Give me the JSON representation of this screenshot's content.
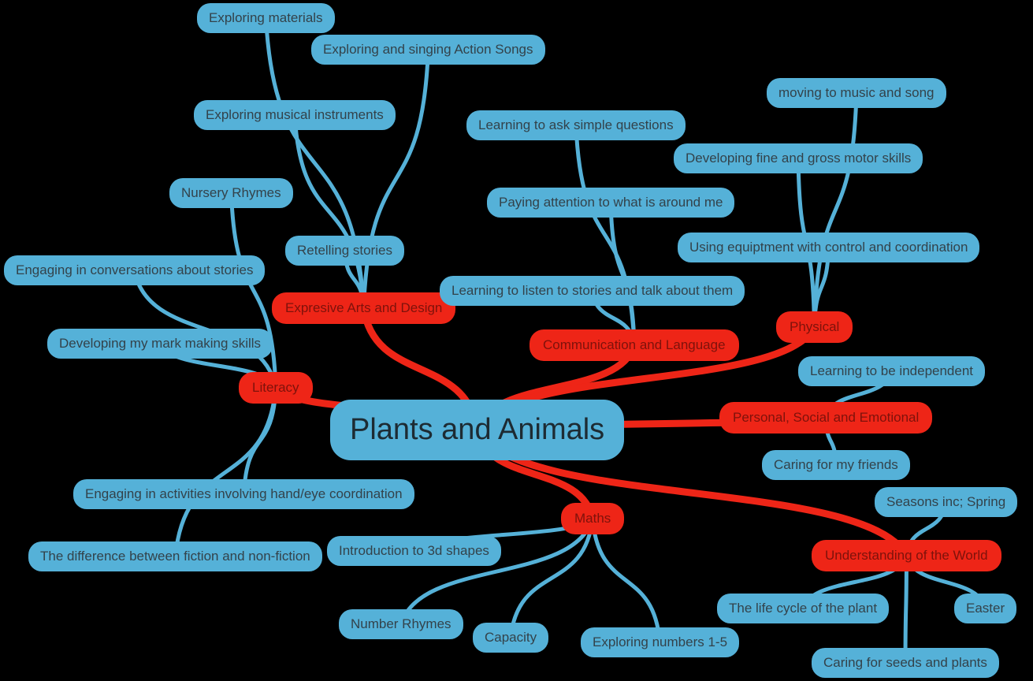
{
  "canvas": {
    "background": "#000000"
  },
  "colors": {
    "node_blue": "#55b1d8",
    "node_red": "#ee2517",
    "edge_blue": "#55b1d8",
    "edge_red": "#ee2517",
    "leaf_text": "#33424a",
    "category_text": "#7e120b",
    "center_text": "#1d2b33"
  },
  "mindmap": {
    "center": {
      "id": "center",
      "label": "Plants and Animals"
    },
    "branches": [
      {
        "id": "expressive-arts",
        "label": "Expresive Arts and Design",
        "children": [
          {
            "id": "exploring-materials",
            "label": "Exploring materials"
          },
          {
            "id": "action-songs",
            "label": "Exploring and singing Action Songs"
          },
          {
            "id": "musical-instruments",
            "label": "Exploring musical instruments"
          },
          {
            "id": "retelling-stories",
            "label": "Retelling stories"
          }
        ]
      },
      {
        "id": "literacy",
        "label": "Literacy",
        "children": [
          {
            "id": "nursery-rhymes",
            "label": "Nursery Rhymes"
          },
          {
            "id": "conversations-about-stories",
            "label": "Engaging in conversations about stories"
          },
          {
            "id": "mark-making",
            "label": "Developing my mark making skills"
          },
          {
            "id": "hand-eye",
            "label": "Engaging in activities involving hand/eye coordination"
          },
          {
            "id": "fiction-nonfiction",
            "label": "The difference between fiction and non-fiction"
          }
        ]
      },
      {
        "id": "communication-language",
        "label": "Communication and Language",
        "children": [
          {
            "id": "ask-questions",
            "label": "Learning to ask simple questions"
          },
          {
            "id": "paying-attention",
            "label": "Paying attention to what is around me"
          },
          {
            "id": "listen-stories",
            "label": "Learning to listen to stories and talk about them"
          }
        ]
      },
      {
        "id": "physical",
        "label": "Physical",
        "children": [
          {
            "id": "moving-music",
            "label": "moving to music and song"
          },
          {
            "id": "motor-skills",
            "label": "Developing fine and gross motor skills"
          },
          {
            "id": "equipment",
            "label": "Using equiptment with control and coordination"
          }
        ]
      },
      {
        "id": "personal-social",
        "label": "Personal, Social and Emotional",
        "children": [
          {
            "id": "independent",
            "label": "Learning to be independent"
          },
          {
            "id": "caring-friends",
            "label": "Caring for my friends"
          }
        ]
      },
      {
        "id": "understanding-world",
        "label": "Understanding of the World",
        "children": [
          {
            "id": "seasons",
            "label": "Seasons inc; Spring"
          },
          {
            "id": "life-cycle",
            "label": "The life cycle of the plant"
          },
          {
            "id": "easter",
            "label": "Easter"
          },
          {
            "id": "caring-seeds",
            "label": "Caring for seeds and plants"
          }
        ]
      },
      {
        "id": "maths",
        "label": "Maths",
        "children": [
          {
            "id": "shapes-3d",
            "label": "Introduction to 3d shapes"
          },
          {
            "id": "number-rhymes",
            "label": "Number Rhymes"
          },
          {
            "id": "capacity",
            "label": "Capacity"
          },
          {
            "id": "exploring-numbers",
            "label": "Exploring numbers 1-5"
          }
        ]
      }
    ]
  }
}
